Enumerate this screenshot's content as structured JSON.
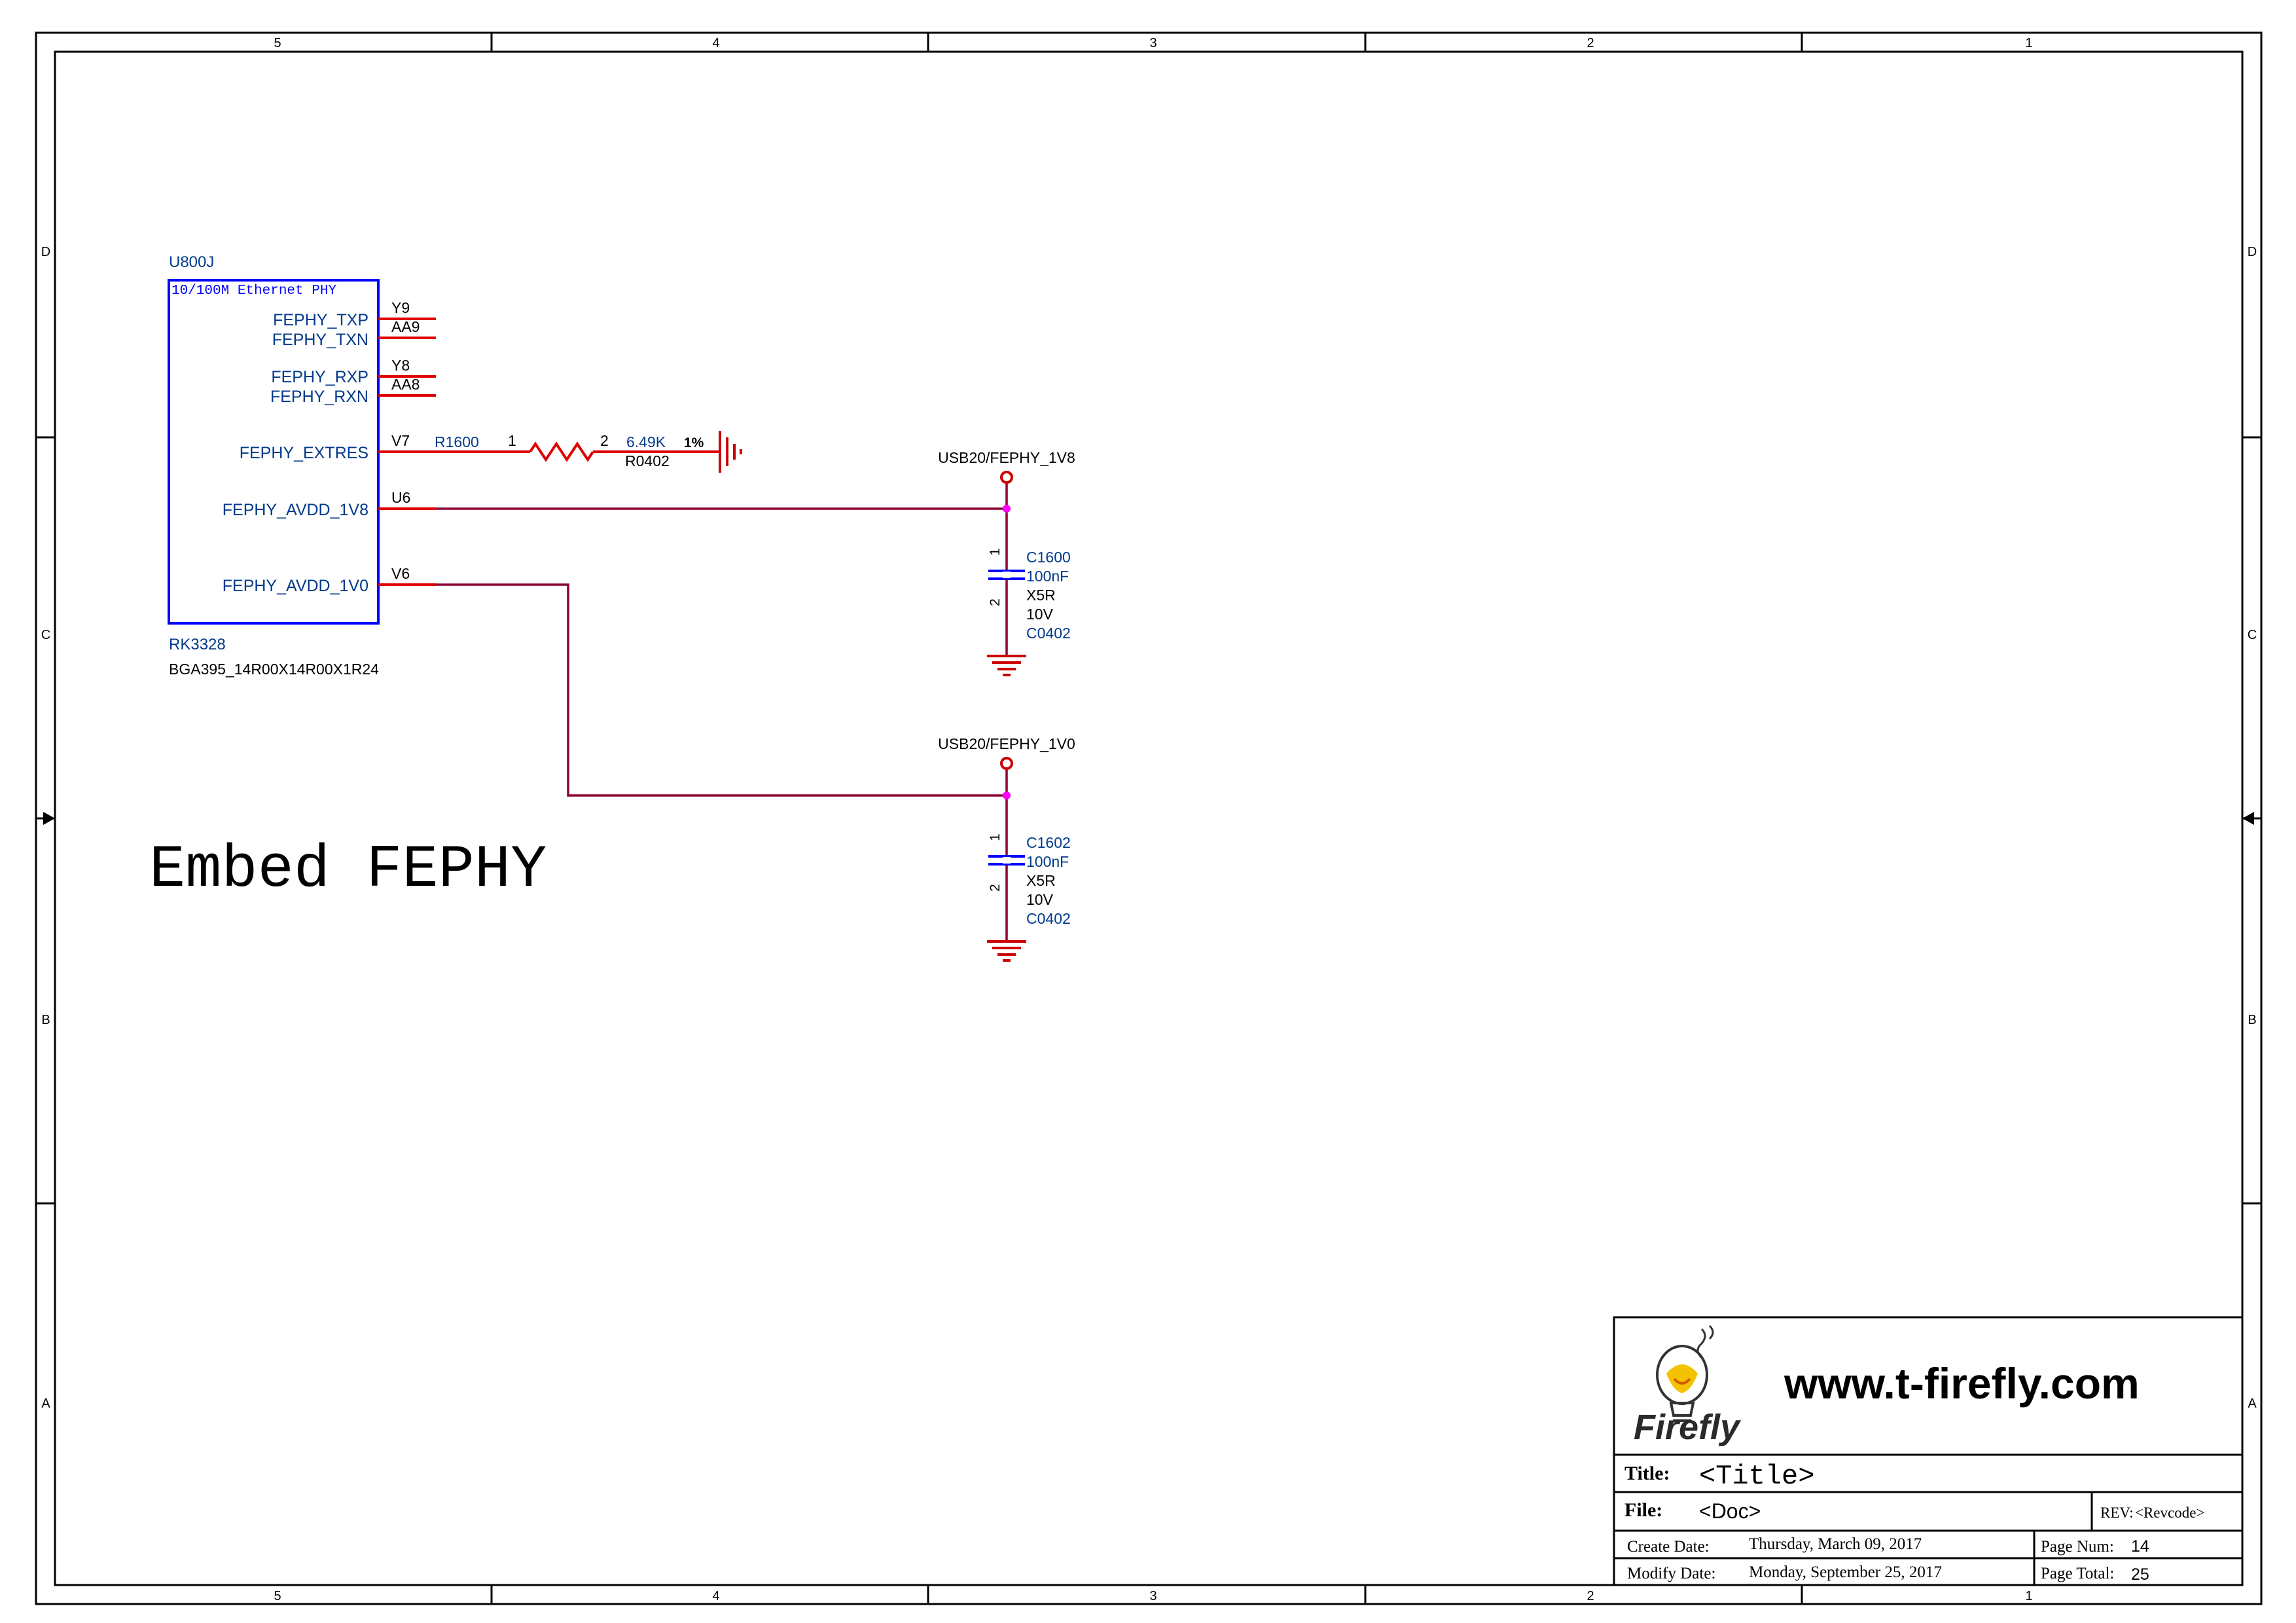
{
  "frame": {
    "columns": [
      "5",
      "4",
      "3",
      "2",
      "1"
    ],
    "rows": [
      "D",
      "C",
      "B",
      "A"
    ]
  },
  "component": {
    "ref": "U800J",
    "block_title": "10/100M Ethernet PHY",
    "part": "RK3328",
    "package": "BGA395_14R00X14R00X1R24",
    "pins": [
      {
        "name": "FEPHY_TXP",
        "number": "Y9"
      },
      {
        "name": "FEPHY_TXN",
        "number": "AA9"
      },
      {
        "name": "FEPHY_RXP",
        "number": "Y8"
      },
      {
        "name": "FEPHY_RXN",
        "number": "AA8"
      },
      {
        "name": "FEPHY_EXTRES",
        "number": "V7"
      },
      {
        "name": "FEPHY_AVDD_1V8",
        "number": "U6"
      },
      {
        "name": "FEPHY_AVDD_1V0",
        "number": "V6"
      }
    ]
  },
  "resistor": {
    "ref": "R1600",
    "pin1": "1",
    "pin2": "2",
    "value": "6.49K",
    "tolerance": "1%",
    "footprint": "R0402"
  },
  "nets": {
    "v1v8": "USB20/FEPHY_1V8",
    "v1v0": "USB20/FEPHY_1V0"
  },
  "capacitors": [
    {
      "ref": "C1600",
      "pin1": "1",
      "pin2": "2",
      "value": "100nF",
      "dielectric": "X5R",
      "voltage": "10V",
      "footprint": "C0402"
    },
    {
      "ref": "C1602",
      "pin1": "1",
      "pin2": "2",
      "value": "100nF",
      "dielectric": "X5R",
      "voltage": "10V",
      "footprint": "C0402"
    }
  ],
  "annotation": "Embed FEPHY",
  "title_block": {
    "logo_text": "Firefly",
    "website": "www.t-firefly.com",
    "title_label": "Title:",
    "title_value": "<Title>",
    "file_label": "File:",
    "file_value": "<Doc>",
    "rev_label": "REV:",
    "rev_value": "<Revcode>",
    "create_label": "Create  Date:",
    "create_value": "Thursday, March 09, 2017",
    "modify_label": "Modify Date:",
    "modify_value": "Monday, September 25, 2017",
    "page_num_label": "Page  Num:",
    "page_num_value": "14",
    "page_total_label": "Page Total:",
    "page_total_value": "25"
  },
  "colors": {
    "frame": "#000000",
    "component": "#0000ff",
    "pin_text": "#003a8c",
    "pin_line": "#e00000",
    "wire": "#8b0033",
    "junction": "#ff00ff",
    "power": "#cc0000"
  }
}
